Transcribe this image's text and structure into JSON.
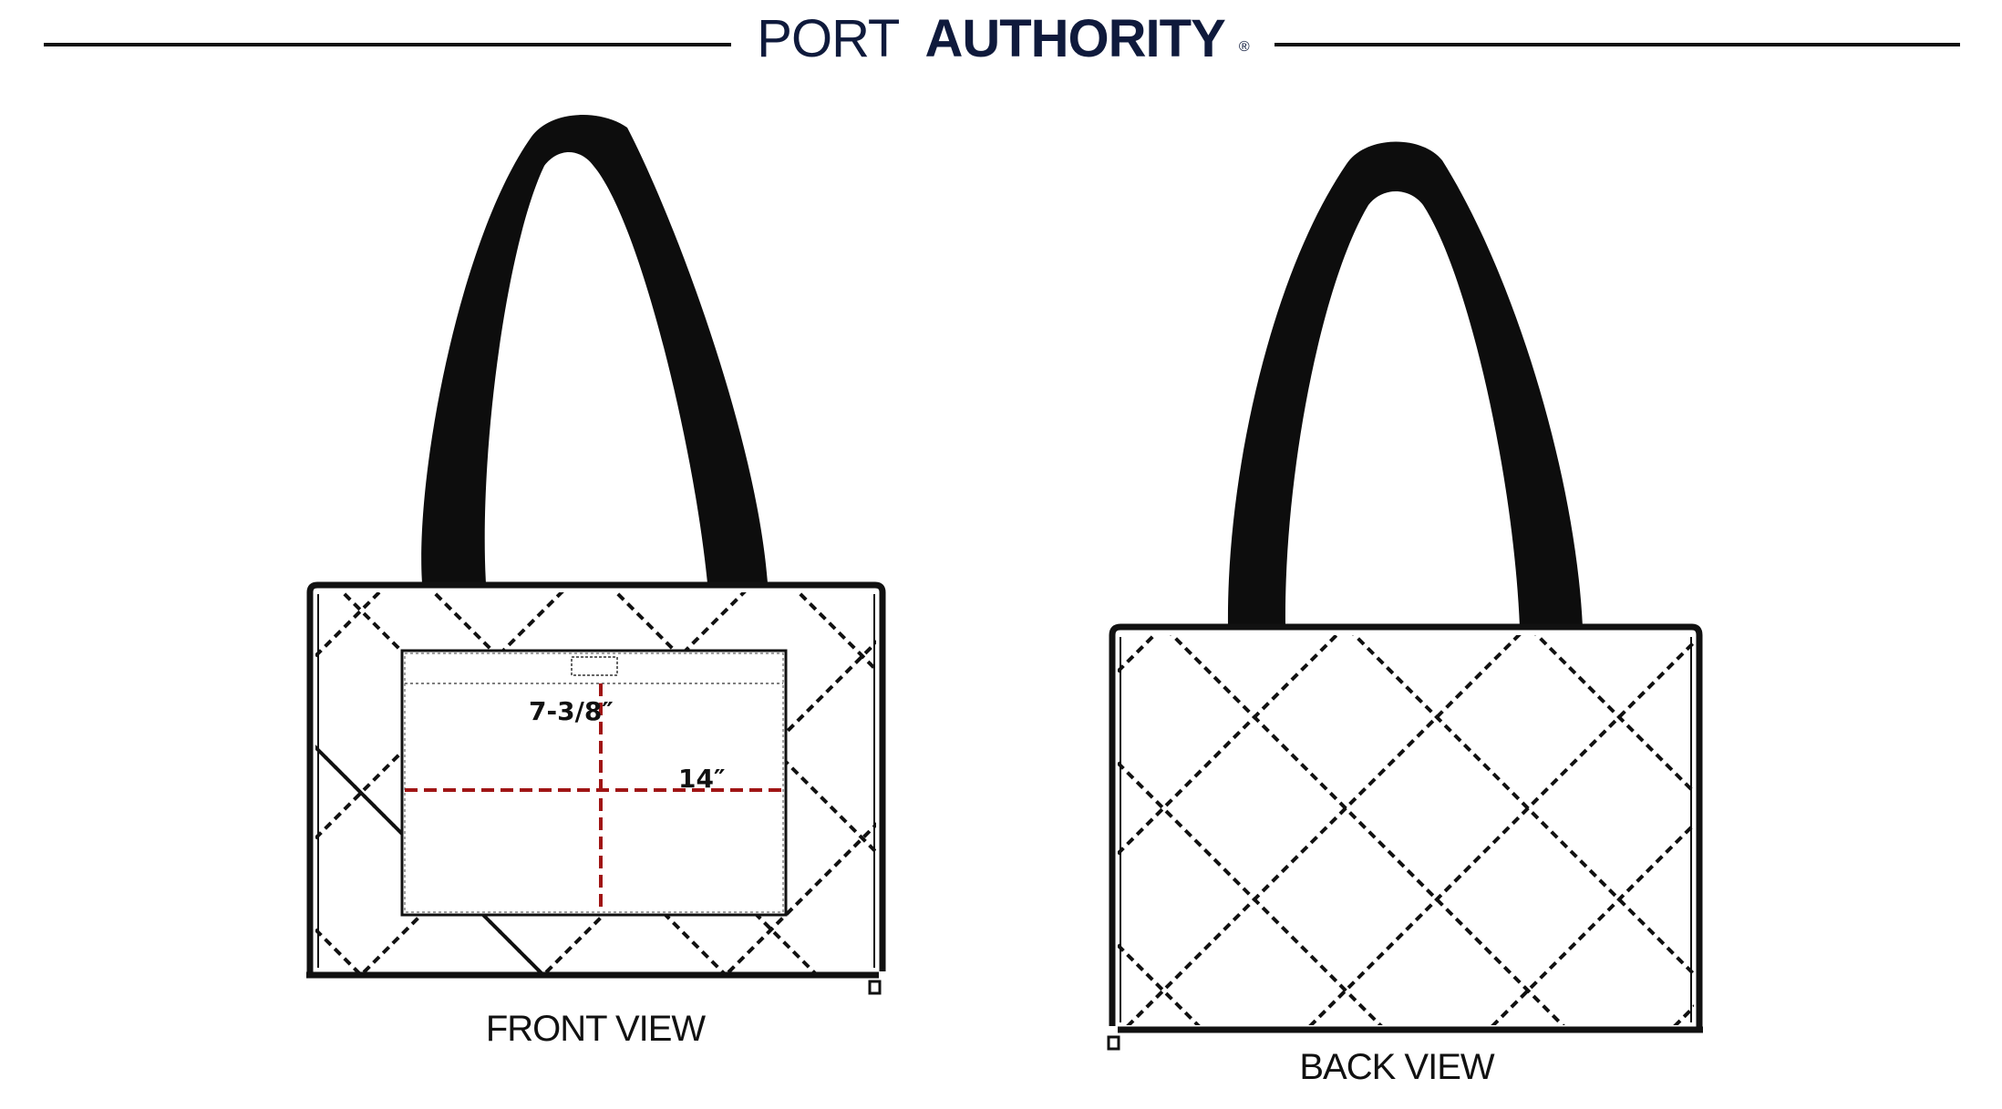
{
  "header": {
    "brand_light": "PORT",
    "brand_bold": "AUTHORITY",
    "registered_mark": "®",
    "brand_color": "#0f1a3c"
  },
  "front": {
    "label": "FRONT VIEW",
    "dimension_height": "7-3/8″",
    "dimension_width": "14″",
    "dimension_color": "#a01515"
  },
  "back": {
    "label": "BACK VIEW"
  },
  "colors": {
    "outline": "#111111",
    "strap": "#0d0d0d"
  }
}
